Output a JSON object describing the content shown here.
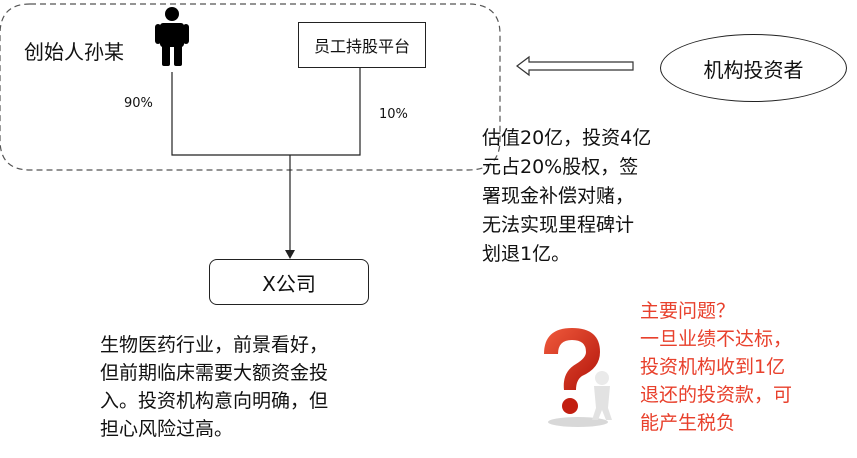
{
  "founder": {
    "label": "创始人孙某",
    "icon": "person-icon"
  },
  "esop": {
    "label": "员工持股平台"
  },
  "shares": {
    "founder_pct": "90%",
    "esop_pct": "10%"
  },
  "company": {
    "label": "X公司"
  },
  "investor": {
    "label": "机构投资者"
  },
  "deal": {
    "lines": [
      "估值20亿，投资4亿",
      "元占20%股权，签",
      "署现金补偿对赌，",
      "无法实现里程碑计",
      "划退1亿。"
    ]
  },
  "industry": {
    "lines": [
      "生物医药行业，前景看好，",
      "但前期临床需要大额资金投",
      "入。投资机构意向明确，但",
      "担心风险过高。"
    ]
  },
  "issue": {
    "lines": [
      "主要问题？",
      "一旦业绩不达标，",
      "投资机构收到1亿",
      "退还的投资款，可",
      "能产生税负"
    ],
    "color": "#e8402c",
    "icon": "question-mark-icon"
  }
}
